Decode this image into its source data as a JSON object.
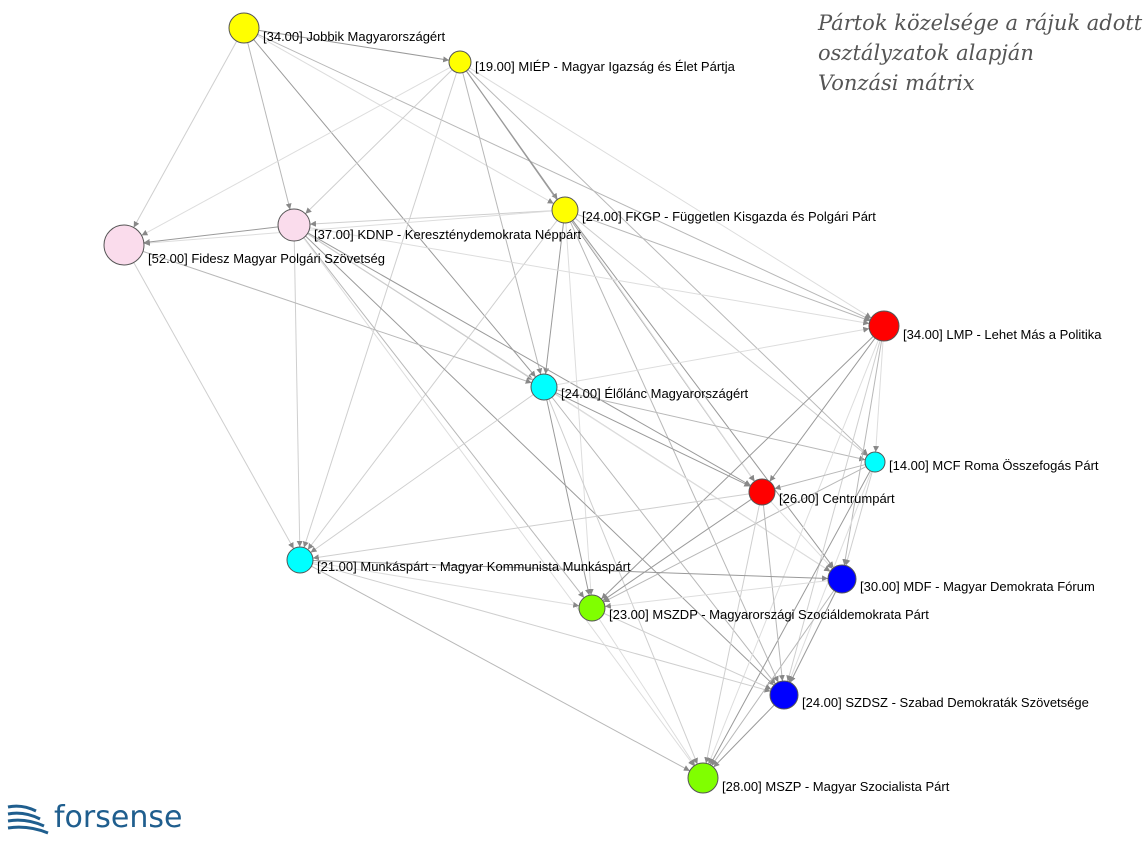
{
  "title": {
    "line1": "Pártok közelsége a rájuk adott",
    "line2": "osztályzatok alapján",
    "line3": "Vonzási mátrix"
  },
  "logo": {
    "text": "forsense",
    "icon": "waves-icon"
  },
  "colors": {
    "yellow": "#ffff00",
    "pink": "#fadcec",
    "cyan": "#00ffff",
    "red": "#ff0000",
    "blue": "#0000ff",
    "green": "#80ff00",
    "logo": "#1f5e8e"
  },
  "nodes": [
    {
      "id": "jobbik",
      "label": "[34.00] Jobbik Magyarországért",
      "value": 34.0,
      "color": "yellow"
    },
    {
      "id": "miep",
      "label": "[19.00] MIÉP - Magyar Igazság és Élet Pártja",
      "value": 19.0,
      "color": "yellow"
    },
    {
      "id": "fkgp",
      "label": "[24.00] FKGP - Független Kisgazda és Polgári Párt",
      "value": 24.0,
      "color": "yellow"
    },
    {
      "id": "kdnp",
      "label": "[37.00] KDNP - Kereszténydemokrata Néppárt",
      "value": 37.0,
      "color": "pink"
    },
    {
      "id": "fidesz",
      "label": "[52.00] Fidesz Magyar Polgári Szövetség",
      "value": 52.0,
      "color": "pink"
    },
    {
      "id": "lmp",
      "label": "[34.00] LMP - Lehet Más a Politika",
      "value": 34.0,
      "color": "red"
    },
    {
      "id": "elolanc",
      "label": "[24.00] Élőlánc Magyarországért",
      "value": 24.0,
      "color": "cyan"
    },
    {
      "id": "mcf",
      "label": "[14.00] MCF Roma Összefogás Párt",
      "value": 14.0,
      "color": "cyan"
    },
    {
      "id": "centrum",
      "label": "[26.00] Centrumpárt",
      "value": 26.0,
      "color": "red"
    },
    {
      "id": "munkas",
      "label": "[21.00] Munkáspárt - Magyar Kommunista Munkáspárt",
      "value": 21.0,
      "color": "cyan"
    },
    {
      "id": "mdf",
      "label": "[30.00] MDF - Magyar Demokrata Fórum",
      "value": 30.0,
      "color": "blue"
    },
    {
      "id": "mszdp",
      "label": "[23.00] MSZDP - Magyarországi Szociáldemokrata Párt",
      "value": 23.0,
      "color": "green"
    },
    {
      "id": "szdsz",
      "label": "[24.00] SZDSZ - Szabad Demokraták Szövetsége",
      "value": 24.0,
      "color": "blue"
    },
    {
      "id": "mszp",
      "label": "[28.00] MSZP - Magyar Szocialista Párt",
      "value": 28.0,
      "color": "green"
    }
  ],
  "edges": [
    [
      "jobbik",
      "miep"
    ],
    [
      "jobbik",
      "kdnp"
    ],
    [
      "jobbik",
      "fidesz"
    ],
    [
      "jobbik",
      "fkgp"
    ],
    [
      "jobbik",
      "elolanc"
    ],
    [
      "jobbik",
      "lmp"
    ],
    [
      "miep",
      "kdnp"
    ],
    [
      "miep",
      "fidesz"
    ],
    [
      "miep",
      "fkgp"
    ],
    [
      "miep",
      "elolanc"
    ],
    [
      "miep",
      "munkas"
    ],
    [
      "miep",
      "lmp"
    ],
    [
      "miep",
      "centrum"
    ],
    [
      "miep",
      "mcf"
    ],
    [
      "fkgp",
      "kdnp"
    ],
    [
      "fkgp",
      "fidesz"
    ],
    [
      "fkgp",
      "elolanc"
    ],
    [
      "fkgp",
      "lmp"
    ],
    [
      "fkgp",
      "munkas"
    ],
    [
      "fkgp",
      "centrum"
    ],
    [
      "fkgp",
      "mdf"
    ],
    [
      "fkgp",
      "szdsz"
    ],
    [
      "fkgp",
      "mcf"
    ],
    [
      "fkgp",
      "mszdp"
    ],
    [
      "kdnp",
      "fidesz"
    ],
    [
      "kdnp",
      "elolanc"
    ],
    [
      "kdnp",
      "munkas"
    ],
    [
      "kdnp",
      "lmp"
    ],
    [
      "kdnp",
      "centrum"
    ],
    [
      "kdnp",
      "mszdp"
    ],
    [
      "kdnp",
      "mdf"
    ],
    [
      "kdnp",
      "mszp"
    ],
    [
      "kdnp",
      "szdsz"
    ],
    [
      "fidesz",
      "elolanc"
    ],
    [
      "fidesz",
      "munkas"
    ],
    [
      "elolanc",
      "lmp"
    ],
    [
      "elolanc",
      "centrum"
    ],
    [
      "elolanc",
      "mcf"
    ],
    [
      "elolanc",
      "munkas"
    ],
    [
      "elolanc",
      "mdf"
    ],
    [
      "elolanc",
      "mszdp"
    ],
    [
      "elolanc",
      "szdsz"
    ],
    [
      "elolanc",
      "mszp"
    ],
    [
      "lmp",
      "mcf"
    ],
    [
      "lmp",
      "centrum"
    ],
    [
      "lmp",
      "mdf"
    ],
    [
      "lmp",
      "szdsz"
    ],
    [
      "lmp",
      "mszp"
    ],
    [
      "lmp",
      "mszdp"
    ],
    [
      "mcf",
      "centrum"
    ],
    [
      "mcf",
      "mdf"
    ],
    [
      "mcf",
      "szdsz"
    ],
    [
      "mcf",
      "mszp"
    ],
    [
      "mcf",
      "mszdp"
    ],
    [
      "centrum",
      "munkas"
    ],
    [
      "centrum",
      "mdf"
    ],
    [
      "centrum",
      "mszdp"
    ],
    [
      "centrum",
      "szdsz"
    ],
    [
      "centrum",
      "mszp"
    ],
    [
      "munkas",
      "mszdp"
    ],
    [
      "munkas",
      "mdf"
    ],
    [
      "munkas",
      "mszp"
    ],
    [
      "munkas",
      "szdsz"
    ],
    [
      "mdf",
      "mszdp"
    ],
    [
      "mdf",
      "szdsz"
    ],
    [
      "mdf",
      "mszp"
    ],
    [
      "mszdp",
      "szdsz"
    ],
    [
      "mszdp",
      "mszp"
    ],
    [
      "szdsz",
      "mszp"
    ]
  ]
}
